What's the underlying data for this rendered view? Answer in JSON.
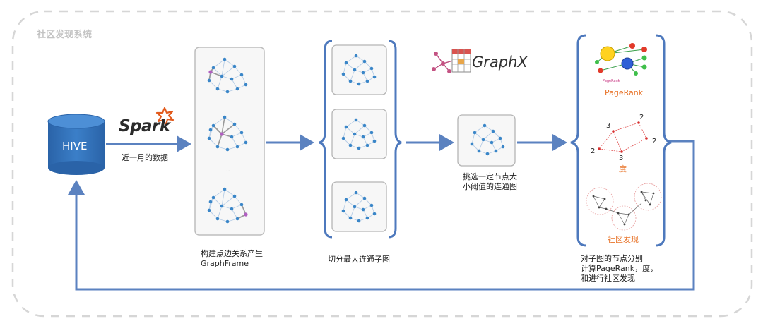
{
  "panel": {
    "title": "社区发现系统"
  },
  "hive": {
    "label": "HIVE"
  },
  "spark": {
    "logo_text": "Spark",
    "caption": "近一月的数据"
  },
  "graphframe": {
    "caption_line1": "构建点边关系产生",
    "caption_line2": "GraphFrame",
    "ellipsis": "..."
  },
  "split": {
    "caption": "切分最大连通子图"
  },
  "graphx": {
    "logo_text": "GraphX"
  },
  "select": {
    "caption_line1": "挑选一定节点大",
    "caption_line2": "小阈值的连通图"
  },
  "results": {
    "pagerank_label": "PageRank",
    "pagerank_tiny": "PageRank",
    "degree_label": "度",
    "degree_values": [
      "3",
      "2",
      "2",
      "3",
      "2"
    ],
    "community_label": "社区发现",
    "caption_line1": "对子图的节点分别",
    "caption_line2": "计算PageRank，度，",
    "caption_line3": "和进行社区发现"
  },
  "colors": {
    "arrow": "#5b82c0",
    "hive_fill": "#2f6fb8",
    "node": "#3a86c8",
    "node_highlight": "#b05fc0",
    "accent_orange": "#e8742a",
    "spark_orange": "#e25a1c",
    "panel_border": "#d6d6d6"
  }
}
